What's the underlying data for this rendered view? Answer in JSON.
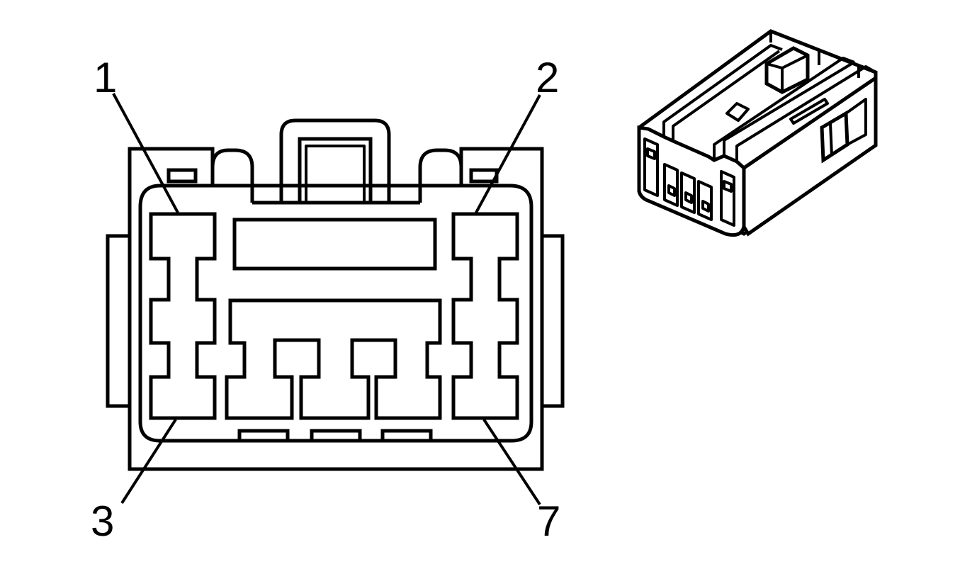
{
  "diagram": {
    "pin_labels": {
      "pin_1": "1",
      "pin_2": "2",
      "pin_3": "3",
      "pin_7": "7"
    }
  }
}
